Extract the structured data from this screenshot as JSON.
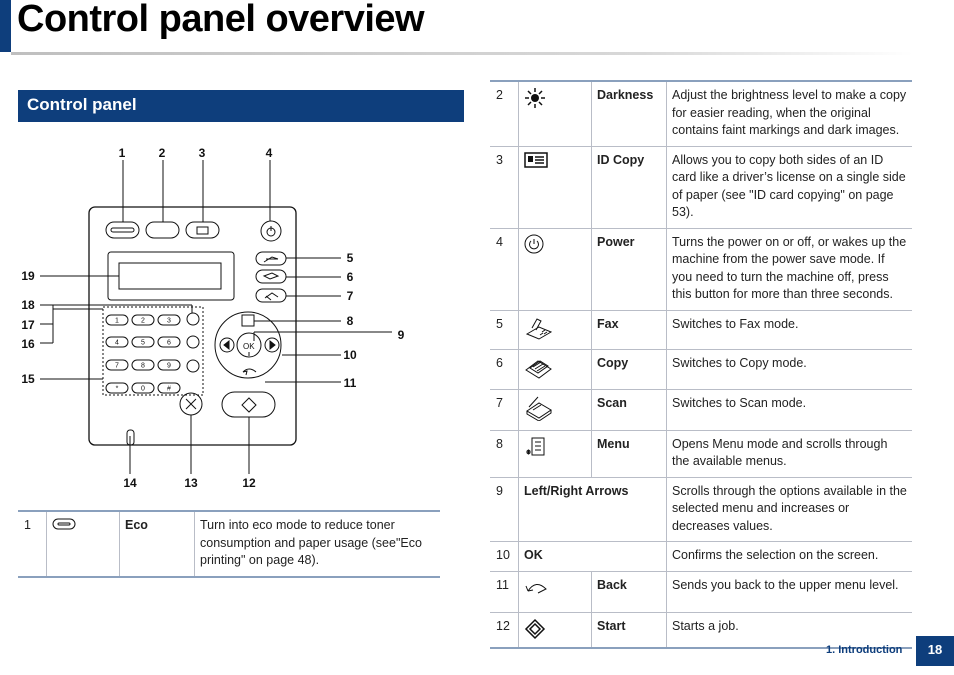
{
  "page": {
    "title": "Control panel overview",
    "section_title": "Control panel",
    "footer_chapter": "1. Introduction",
    "page_number": "18"
  },
  "diagram": {
    "callouts": [
      "1",
      "2",
      "3",
      "4",
      "5",
      "6",
      "7",
      "8",
      "9",
      "10",
      "11",
      "12",
      "13",
      "14",
      "15",
      "16",
      "17",
      "18",
      "19"
    ],
    "keypad": [
      "1",
      "2",
      "3",
      "4",
      "5",
      "6",
      "7",
      "8",
      "9",
      "*",
      "0",
      "#"
    ],
    "ok_label": "OK"
  },
  "rows_left": [
    {
      "num": "1",
      "icon": "eco-icon",
      "name": "Eco",
      "desc": "Turn into eco mode to reduce toner consumption and paper usage (see\"Eco printing\" on page 48)."
    }
  ],
  "rows_right": [
    {
      "num": "2",
      "icon": "darkness-icon",
      "name": "Darkness",
      "desc": "Adjust the brightness level to make a copy for easier reading, when the original contains faint markings and dark images."
    },
    {
      "num": "3",
      "icon": "id-copy-icon",
      "name": "ID Copy",
      "desc": "Allows you to copy both sides of an ID card like a driver’s license on a single side of paper (see \"ID card copying\" on page 53)."
    },
    {
      "num": "4",
      "icon": "power-icon",
      "name": "Power",
      "desc": "Turns the power on or off, or wakes up the machine from the power save mode. If you need to turn the machine off, press this button for more than three seconds."
    },
    {
      "num": "5",
      "icon": "fax-icon",
      "name": "Fax",
      "desc": "Switches to Fax mode."
    },
    {
      "num": "6",
      "icon": "copy-icon",
      "name": "Copy",
      "desc": "Switches to Copy mode."
    },
    {
      "num": "7",
      "icon": "scan-icon",
      "name": "Scan",
      "desc": "Switches to Scan mode."
    },
    {
      "num": "8",
      "icon": "menu-icon",
      "name": "Menu",
      "desc": "Opens Menu mode and scrolls through the available menus."
    },
    {
      "num": "9",
      "icon": "",
      "name": "Left/Right Arrows",
      "desc": "Scrolls through the options available in the selected menu and increases or decreases values."
    },
    {
      "num": "10",
      "icon": "",
      "name": "OK",
      "desc": "Confirms the selection on the screen."
    },
    {
      "num": "11",
      "icon": "back-icon",
      "name": "Back",
      "desc": "Sends you back to the upper menu level."
    },
    {
      "num": "12",
      "icon": "start-icon",
      "name": "Start",
      "desc": "Starts a job."
    }
  ]
}
